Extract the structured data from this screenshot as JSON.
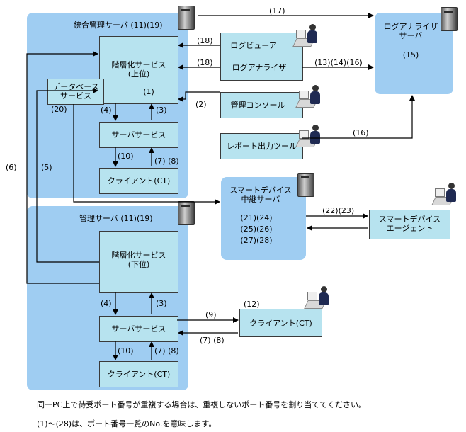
{
  "groups": {
    "integrated_server": "統合管理サーバ (11)(19)",
    "manager_server": "管理サーバ (11)(19)",
    "log_analyzer_server": "ログアナライザ\nサーバ",
    "log_analyzer_server_port": "(15)",
    "smart_relay": "スマートデバイス\n中継サーバ",
    "smart_relay_ports": "(21)(24)\n(25)(26)\n(27)(28)"
  },
  "boxes": {
    "hier_upper": "階層化サービス\n(上位)",
    "hier_upper_port": "(1)",
    "database": "データベース\nサービス",
    "server_service_1": "サーバサービス",
    "client_ct_1": "クライアント(CT)",
    "log_viewer": "ログビューア",
    "log_analyzer": "ログアナライザ",
    "admin_console": "管理コンソール",
    "report_tool": "レポート出力ツール",
    "hier_lower": "階層化サービス\n(下位)",
    "server_service_2": "サーバサービス",
    "client_ct_2": "クライアント(CT)",
    "client_ct_3": "クライアント(CT)",
    "smart_agent": "スマートデバイス\nエージェント"
  },
  "ports": {
    "p17": "(17)",
    "p18a": "(18)",
    "p18b": "(18)",
    "p13_14_16": "(13)(14)(16)",
    "p2": "(2)",
    "p16": "(16)",
    "p20": "(20)",
    "p4a": "(4)",
    "p3a": "(3)",
    "p10a": "(10)",
    "p7_8a": "(7)  (8)",
    "p6": "(6)",
    "p5": "(5)",
    "p22_23": "(22)(23)",
    "p4b": "(4)",
    "p3b": "(3)",
    "p10b": "(10)",
    "p7_8b": "(7)  (8)",
    "p9": "(9)",
    "p7_8c": "(7)  (8)",
    "p12": "(12)"
  },
  "notes": [
    "同一PC上で待受ポート番号が重複する場合は、重複しないポート番号を割り当ててください。",
    "(1)～(28)は、ポート番号一覧のNo.を意味します。"
  ],
  "colors": {
    "region": "#9fcdf2",
    "box": "#b7e3ef",
    "line": "#000000"
  }
}
